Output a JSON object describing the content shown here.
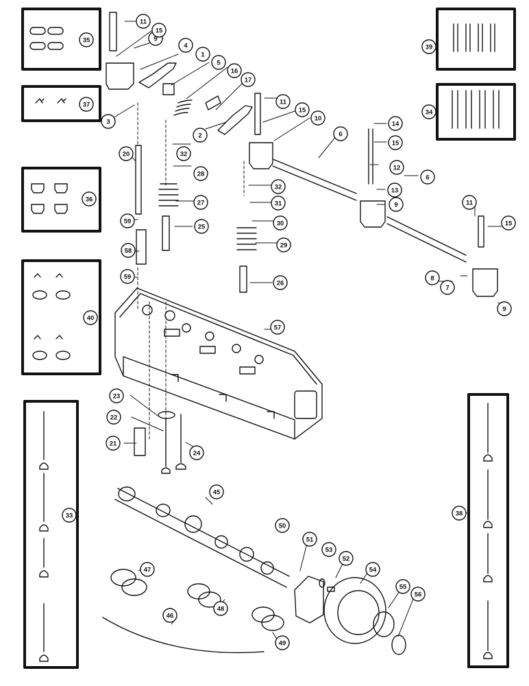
{
  "diagram": {
    "type": "exploded-parts-view",
    "line_color": "#111111",
    "background": "#ffffff",
    "callouts": [
      {
        "id": "c1",
        "text": "1"
      },
      {
        "id": "c2",
        "text": "2"
      },
      {
        "id": "c3",
        "text": "3"
      },
      {
        "id": "c4",
        "text": "4"
      },
      {
        "id": "c5",
        "text": "5"
      },
      {
        "id": "c6a",
        "text": "6"
      },
      {
        "id": "c6b",
        "text": "6"
      },
      {
        "id": "c7",
        "text": "7"
      },
      {
        "id": "c8",
        "text": "8"
      },
      {
        "id": "c9a",
        "text": "9"
      },
      {
        "id": "c9b",
        "text": "9"
      },
      {
        "id": "c9c",
        "text": "9"
      },
      {
        "id": "c10",
        "text": "10"
      },
      {
        "id": "c11a",
        "text": "11"
      },
      {
        "id": "c11b",
        "text": "11"
      },
      {
        "id": "c11c",
        "text": "11"
      },
      {
        "id": "c12",
        "text": "12"
      },
      {
        "id": "c13",
        "text": "13"
      },
      {
        "id": "c14",
        "text": "14"
      },
      {
        "id": "c15a",
        "text": "15"
      },
      {
        "id": "c15b",
        "text": "15"
      },
      {
        "id": "c15c",
        "text": "15"
      },
      {
        "id": "c15d",
        "text": "15"
      },
      {
        "id": "c16",
        "text": "16"
      },
      {
        "id": "c17",
        "text": "17"
      },
      {
        "id": "c20",
        "text": "20"
      },
      {
        "id": "c21",
        "text": "21"
      },
      {
        "id": "c22",
        "text": "22"
      },
      {
        "id": "c23",
        "text": "23"
      },
      {
        "id": "c24",
        "text": "24"
      },
      {
        "id": "c25",
        "text": "25"
      },
      {
        "id": "c26",
        "text": "26"
      },
      {
        "id": "c27",
        "text": "27"
      },
      {
        "id": "c28",
        "text": "28"
      },
      {
        "id": "c29",
        "text": "29"
      },
      {
        "id": "c30",
        "text": "30"
      },
      {
        "id": "c31",
        "text": "31"
      },
      {
        "id": "c32a",
        "text": "32"
      },
      {
        "id": "c32b",
        "text": "32"
      },
      {
        "id": "c33",
        "text": "33"
      },
      {
        "id": "c34",
        "text": "34"
      },
      {
        "id": "c35",
        "text": "35"
      },
      {
        "id": "c36",
        "text": "36"
      },
      {
        "id": "c37",
        "text": "37"
      },
      {
        "id": "c38",
        "text": "38"
      },
      {
        "id": "c39",
        "text": "39"
      },
      {
        "id": "c40",
        "text": "40"
      },
      {
        "id": "c45",
        "text": "45"
      },
      {
        "id": "c46",
        "text": "46"
      },
      {
        "id": "c47",
        "text": "47"
      },
      {
        "id": "c48",
        "text": "48"
      },
      {
        "id": "c49",
        "text": "49"
      },
      {
        "id": "c50",
        "text": "50"
      },
      {
        "id": "c51",
        "text": "51"
      },
      {
        "id": "c52",
        "text": "52"
      },
      {
        "id": "c53",
        "text": "53"
      },
      {
        "id": "c54",
        "text": "54"
      },
      {
        "id": "c55",
        "text": "55"
      },
      {
        "id": "c56",
        "text": "56"
      },
      {
        "id": "c57",
        "text": "57"
      },
      {
        "id": "c58",
        "text": "58"
      },
      {
        "id": "c59a",
        "text": "59"
      },
      {
        "id": "c59b",
        "text": "59"
      }
    ]
  }
}
